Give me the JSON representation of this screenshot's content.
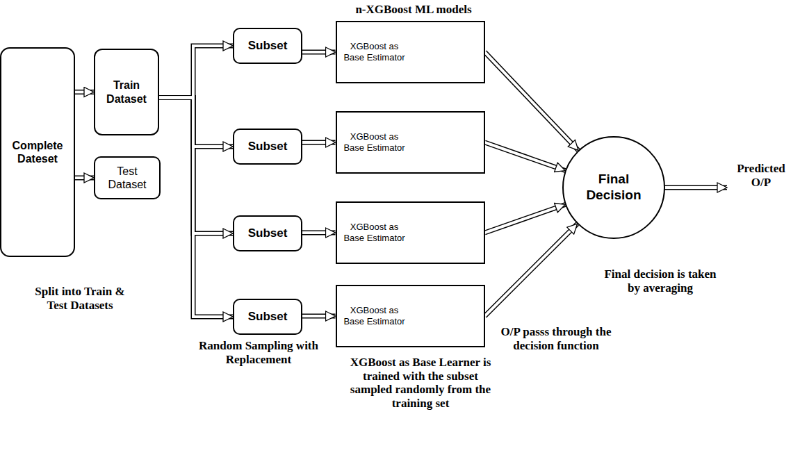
{
  "diagram": {
    "nodes": [
      {
        "text": [
          "Complete Dateset"
        ]
      },
      {
        "text": [
          "Train Dataset"
        ]
      },
      {
        "text": [
          "Test Dataset"
        ]
      },
      {
        "text": [
          "Subset"
        ]
      },
      {
        "text": [
          "Subset"
        ]
      },
      {
        "text": [
          "Subset"
        ]
      },
      {
        "text": [
          "Subset"
        ]
      },
      {
        "text": [
          "XGBoost as Base Estimator"
        ]
      },
      {
        "text": [
          "XGBoost as Base Estimator"
        ]
      },
      {
        "text": [
          "XGBoost as Base Estimator"
        ]
      },
      {
        "text": [
          "XGBoost as Base Estimator"
        ]
      },
      {
        "text": [
          "Final Decision"
        ]
      }
    ],
    "edges": [
      {
        "from": 0,
        "to": 1,
        "arrow": "to"
      },
      {
        "from": 0,
        "to": 2,
        "arrow": "to"
      },
      {
        "from": 1,
        "to": 3,
        "arrow": "to"
      },
      {
        "from": 1,
        "to": 4,
        "arrow": "to"
      },
      {
        "from": 1,
        "to": 5,
        "arrow": "to"
      },
      {
        "from": 1,
        "to": 6,
        "arrow": "to"
      },
      {
        "from": 3,
        "to": 7,
        "arrow": "to"
      },
      {
        "from": 4,
        "to": 8,
        "arrow": "to"
      },
      {
        "from": 5,
        "to": 9,
        "arrow": "to"
      },
      {
        "from": 6,
        "to": 10,
        "arrow": "to"
      },
      {
        "from": 7,
        "to": 11,
        "arrow": "to"
      },
      {
        "from": 8,
        "to": 11,
        "arrow": "to"
      },
      {
        "from": 9,
        "to": 11,
        "arrow": "to"
      },
      {
        "from": 10,
        "to": 11,
        "arrow": "to"
      }
    ],
    "labels": [
      "n-XGBoost ML models",
      "Split into Train & Test Datasets",
      "Random Sampling with Replacement",
      "Final decision is taken by averaging",
      "Predicted O/P",
      "O/P passs through the decision function",
      "XGBoost as Base Learner is trained with the subset sampled randomly from the training set"
    ]
  }
}
